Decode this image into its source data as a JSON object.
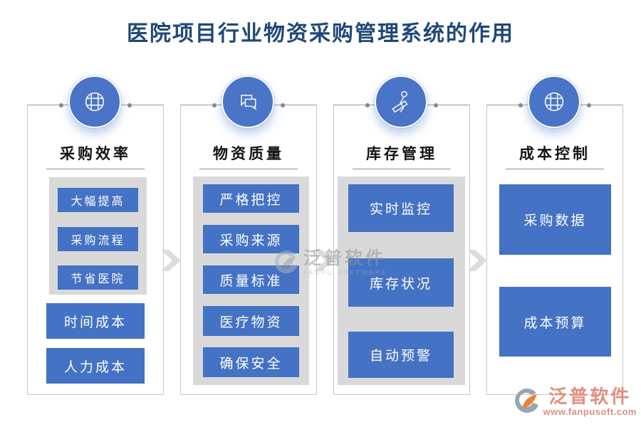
{
  "page": {
    "title": "医院项目行业物资采购管理系统的作用"
  },
  "colors": {
    "accent_blue": "#4472C4",
    "title_blue": "#1F4876",
    "group_gray": "#D9D9D9",
    "arrow_gray": "#DCDCDC",
    "logo_salmon": "#E08F7B"
  },
  "columns": [
    {
      "title": "采购效率",
      "icon": "globe-icon",
      "grouped_boxes": [
        "大幅提高",
        "采购流程",
        "节省医院"
      ],
      "free_boxes": [
        "时间成本",
        "人力成本"
      ]
    },
    {
      "title": "物资质量",
      "icon": "chat-bubbles-icon",
      "grouped_boxes": [
        "严格把控",
        "采购来源",
        "质量标准",
        "医疗物资",
        "确保安全"
      ],
      "free_boxes": []
    },
    {
      "title": "库存管理",
      "icon": "person-trolley-icon",
      "grouped_boxes": [
        "实时监控",
        "库存状况",
        "自动预警"
      ],
      "free_boxes": []
    },
    {
      "title": "成本控制",
      "icon": "globe-icon",
      "grouped_boxes": [],
      "free_boxes": [
        "采购数据",
        "成本预算"
      ]
    }
  ],
  "watermark": {
    "text": "泛普软件",
    "subtext": "FANPU SOFTWARE"
  },
  "logo": {
    "name": "泛普软件",
    "url": "www.fanpusoft.com"
  }
}
